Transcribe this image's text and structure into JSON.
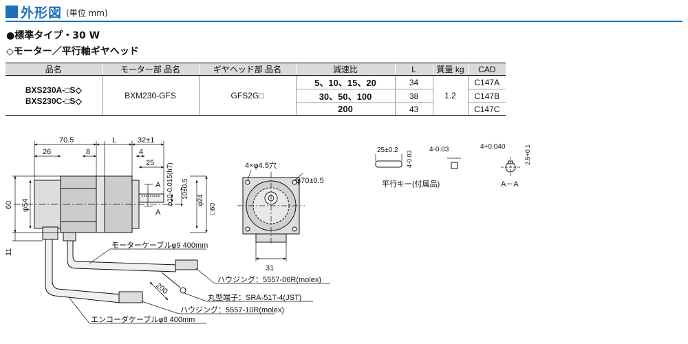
{
  "title": {
    "main": "外形図",
    "unit": "(単位 mm)"
  },
  "subtitle": {
    "line1": "●標準タイプ・30 W",
    "line2": "◇モーター／平行軸ギヤヘッド"
  },
  "table": {
    "headers": [
      "品名",
      "モーター部 品名",
      "ギヤヘッド部 品名",
      "減速比",
      "L",
      "質量 kg",
      "CAD"
    ],
    "product_names": [
      "BXS230A-□S◇",
      "BXS230C-□S◇"
    ],
    "motor_part": "BXM230-GFS",
    "gearhead_part": "GFS2G□",
    "mass": "1.2",
    "rows": [
      {
        "ratio": "5、10、15、20",
        "L": "34",
        "cad": "C147A"
      },
      {
        "ratio": "30、50、100",
        "L": "38",
        "cad": "C147B"
      },
      {
        "ratio": "200",
        "L": "43",
        "cad": "C147C"
      }
    ]
  },
  "dims": {
    "d70_5": "70.5",
    "d_L": "L",
    "d32": "32±1",
    "d26": "26",
    "d8": "8",
    "d4": "4",
    "d25": "25",
    "shaft": "φ10-0.015(h7)",
    "d10": "10±0.5",
    "d24": "φ24",
    "sq60": "□60",
    "d60": "60",
    "d54": "φ54",
    "d11": "11",
    "sectionA": "A",
    "holes": "4×φ4.5穴",
    "pcd": "φ70±0.5",
    "d31": "31",
    "key25": "25±0.2",
    "key4a": "4-0.03",
    "key4b": "4-0.03",
    "a4": "4+0.040",
    "a25": "2.5+0.1",
    "key_label": "平行キー(付属品)",
    "aa_label": "A－A",
    "motor_cable": "モーターケーブルφ9 400mm",
    "housing1": "ハウジング：5557-06R(molex)",
    "terminal": "丸型端子：SRA-51T-4(JST)",
    "d200": "200",
    "housing2": "ハウジング：5557-10R(molex)",
    "encoder_cable": "エンコーダケーブルφ8 400mm"
  }
}
